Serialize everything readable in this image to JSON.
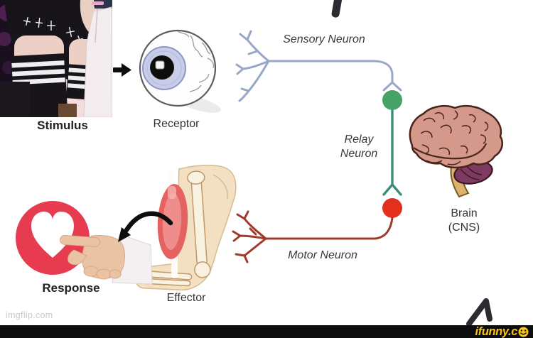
{
  "labels": {
    "stimulus": "Stimulus",
    "receptor": "Receptor",
    "sensory_neuron": "Sensory Neuron",
    "relay_neuron": [
      "Relay",
      "Neuron"
    ],
    "brain": [
      "Brain",
      "(CNS)"
    ],
    "motor_neuron": "Motor Neuron",
    "effector": "Effector",
    "response": "Response"
  },
  "watermarks": {
    "imgflip": "imgflip.com",
    "ifunny_site": "ifunny.c"
  },
  "icons": {
    "right_arrow": "➤",
    "curved_arrow": "↶",
    "heart": "♥",
    "smiley": "☺"
  },
  "colors": {
    "sensory_neuron_line": "#99a7c7",
    "relay_neuron_line": "#3e8c78",
    "motor_neuron_line": "#9e3a2a",
    "sensory_terminal_dot": "#46a266",
    "motor_terminal_dot": "#e3301d",
    "like_button_red": "#e73b50",
    "heart_white": "#ffffff",
    "ifunny_yellow": "#f8c31c",
    "imgflip_gray": "#c9c9cc",
    "footer_bar_black": "#0d0d0d",
    "pen_mark_black": "#2b2b31"
  }
}
